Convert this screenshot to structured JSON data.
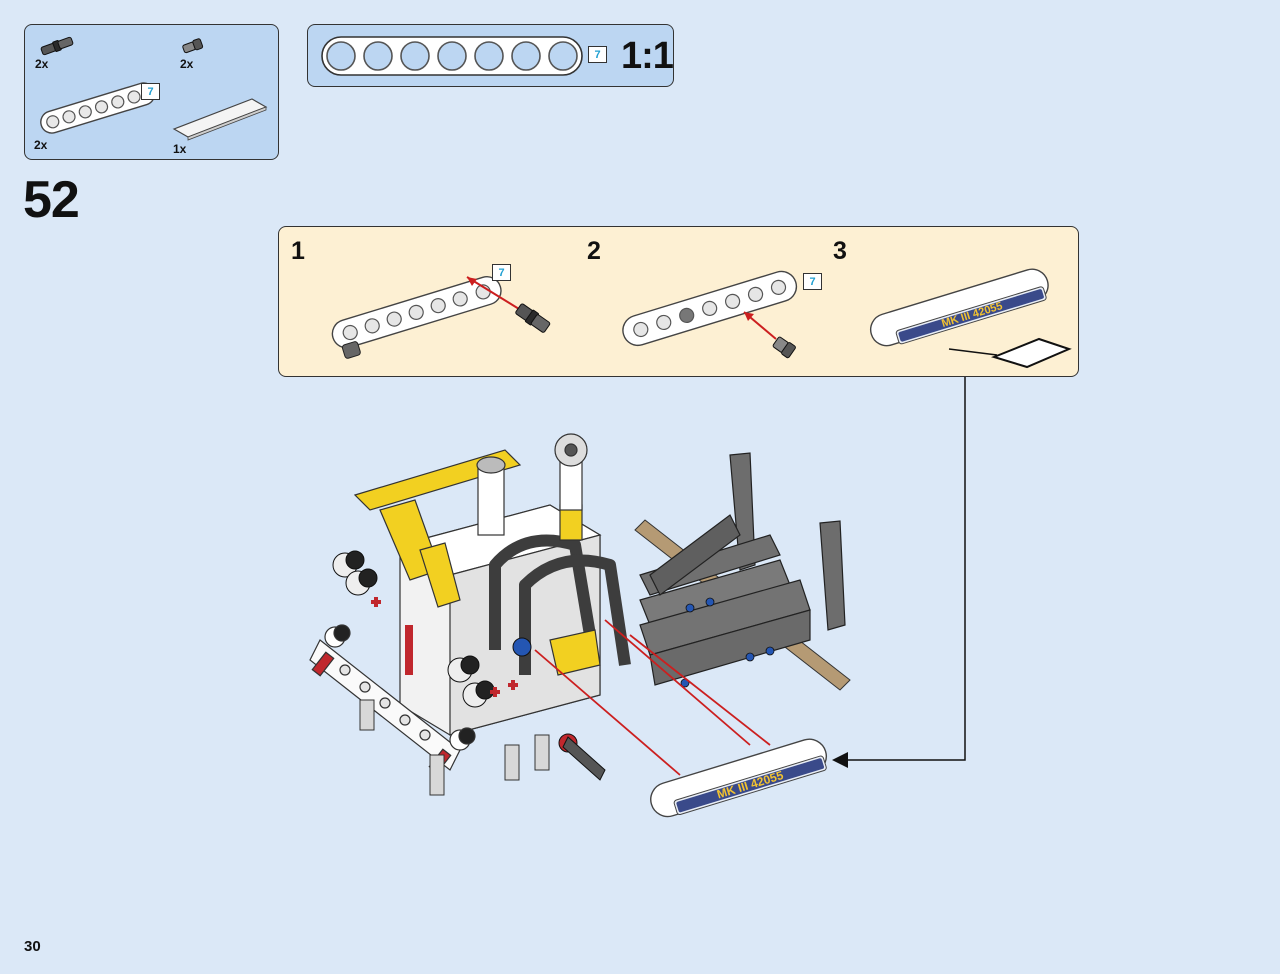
{
  "parts_callout": {
    "items": [
      {
        "name": "friction-pin-with-bush",
        "quantity": "2x"
      },
      {
        "name": "short-pin",
        "quantity": "2x"
      },
      {
        "name": "liftarm-7",
        "quantity": "2x",
        "length": "7"
      },
      {
        "name": "sticker-sheet",
        "quantity": "1x"
      }
    ]
  },
  "scale_reference": {
    "length": "7",
    "scale": "1:1",
    "hole_count": 7
  },
  "step": {
    "number": "52"
  },
  "sub_steps": [
    {
      "number": "1",
      "length": "7"
    },
    {
      "number": "2",
      "length": "7"
    },
    {
      "number": "3",
      "sticker_text": "MK III 42055"
    }
  ],
  "main_assembly": {
    "liftarm_sticker_text": "MK III 42055"
  },
  "page": {
    "number": "30"
  },
  "colors": {
    "background": "#dbe8f7",
    "callout_panel": "#bcd6f2",
    "substep_panel": "#fdf0d3",
    "length_indicator": "#21a0d2",
    "assembly_arrow": "#cc1f1f",
    "pointer_line": "#111111"
  }
}
